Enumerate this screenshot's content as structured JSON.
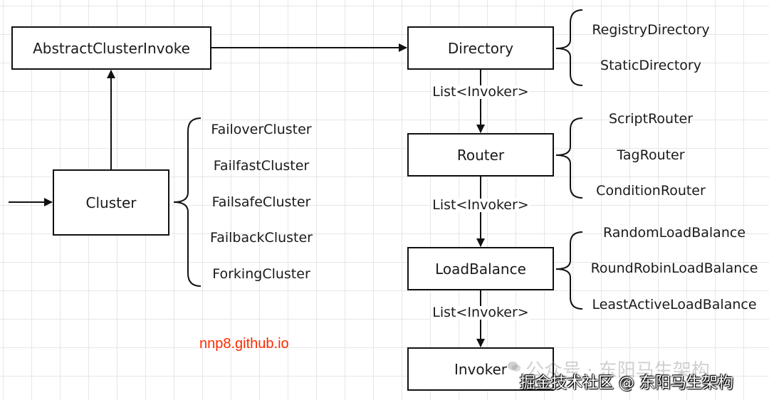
{
  "boxes": {
    "abstract_cluster_invoke": "AbstractClusterInvoke",
    "cluster": "Cluster",
    "directory": "Directory",
    "router": "Router",
    "load_balance": "LoadBalance",
    "invoker": "Invoker"
  },
  "edge_labels": {
    "directory_to_router": "List<Invoker>",
    "router_to_loadbalance": "List<Invoker>",
    "loadbalance_to_invoker": "List<Invoker>"
  },
  "cluster_impls": [
    "FailoverCluster",
    "FailfastCluster",
    "FailsafeCluster",
    "FailbackCluster",
    "ForkingCluster"
  ],
  "directory_impls": [
    "RegistryDirectory",
    "StaticDirectory"
  ],
  "router_impls": [
    "ScriptRouter",
    "TagRouter",
    "ConditionRouter"
  ],
  "loadbalance_impls": [
    "RandomLoadBalance",
    "RoundRobinLoadBalance",
    "LeastActiveLoadBalance"
  ],
  "site": "nnp8.github.io",
  "watermark": {
    "faint": "公众号 · 东阳马生架构",
    "main": "掘金技术社区 @ 东阳马生架构"
  },
  "colors": {
    "site_text": "#ff2a00",
    "line": "#111111",
    "grid": "#e6e6e6"
  }
}
